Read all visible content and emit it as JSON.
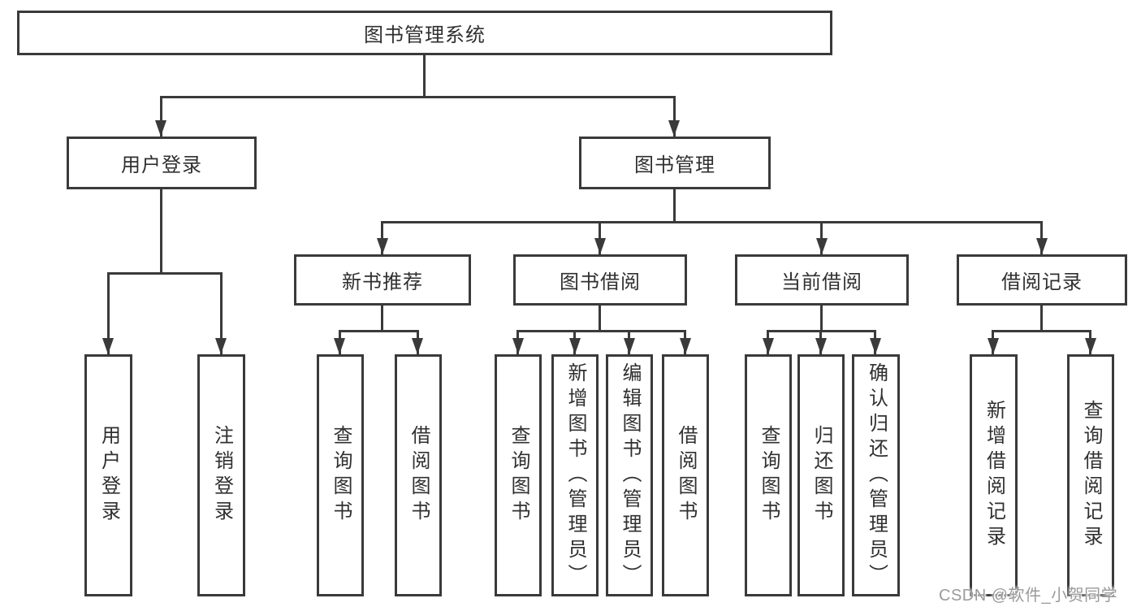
{
  "diagram": {
    "type": "hierarchy-tree",
    "colors": {
      "line": "#3a3a3a",
      "box_background": "#ffffff",
      "text": "#303030",
      "watermark": "#9b9b9b"
    },
    "root": {
      "label": "图书管理系统",
      "children": [
        {
          "label": "用户登录",
          "children": [
            {
              "label": "用户登录"
            },
            {
              "label": "注销登录"
            }
          ]
        },
        {
          "label": "图书管理",
          "children": [
            {
              "label": "新书推荐",
              "children": [
                {
                  "label": "查询图书"
                },
                {
                  "label": "借阅图书"
                }
              ]
            },
            {
              "label": "图书借阅",
              "children": [
                {
                  "label": "查询图书"
                },
                {
                  "label": "新增图书（管理员）"
                },
                {
                  "label": "编辑图书（管理员）"
                },
                {
                  "label": "借阅图书"
                }
              ]
            },
            {
              "label": "当前借阅",
              "children": [
                {
                  "label": "查询图书"
                },
                {
                  "label": "归还图书"
                },
                {
                  "label": "确认归还（管理员）"
                }
              ]
            },
            {
              "label": "借阅记录",
              "children": [
                {
                  "label": "新增借阅记录"
                },
                {
                  "label": "查询借阅记录"
                }
              ]
            }
          ]
        }
      ]
    }
  },
  "watermark": {
    "text": "CSDN @软件_小贺同学"
  }
}
